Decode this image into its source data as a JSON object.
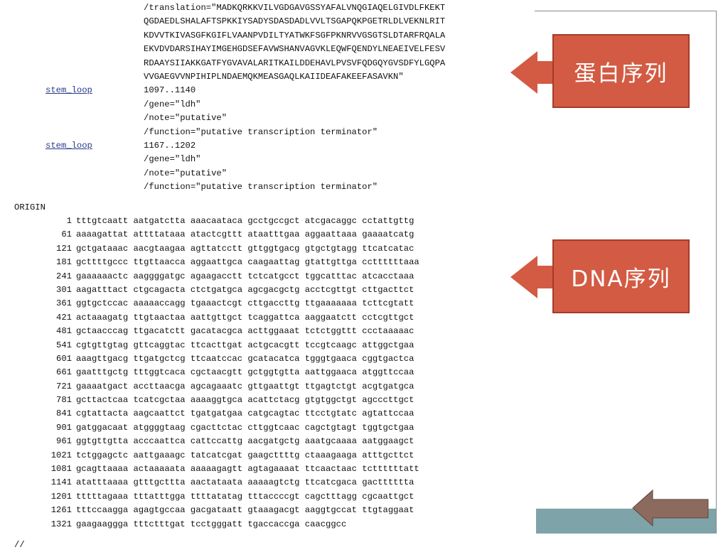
{
  "features": [
    {
      "key": "",
      "value": "/translation=\"MADKQRKKVILVGDGAVGSSYAFALVNQGIAQELGIVDLFKEKT"
    },
    {
      "key": "",
      "value": "QGDAEDLSHALAFTSPKKIYSADYSDASDADLVVLTSGAPQKPGETRLDLVEKNLRIT"
    },
    {
      "key": "",
      "value": "KDVVTKIVASGFKGIFLVAANPVDILTYATWKFSGFPKNRVVGSGTSLDTARFRQALA"
    },
    {
      "key": "",
      "value": "EKVDVDARSIHAYIMGEHGDSEFAVWSHANVAGVKLEQWFQENDYLNEAEIVELFESV"
    },
    {
      "key": "",
      "value": "RDAAYSIIAKKGATFYGVAVALARITKAILDDEHAVLPVSVFQDGQYGVSDFYLGQPA"
    },
    {
      "key": "",
      "value": "VVGAEGVVNPIHIPLNDAEMQKMEASGAQLKAIIDEAFAKEEFASAVKN\""
    },
    {
      "key": "stem_loop",
      "value": "1097..1140"
    },
    {
      "key": "",
      "value": "/gene=\"ldh\""
    },
    {
      "key": "",
      "value": "/note=\"putative\""
    },
    {
      "key": "",
      "value": "/function=\"putative transcription terminator\""
    },
    {
      "key": "stem_loop",
      "value": "1167..1202"
    },
    {
      "key": "",
      "value": "/gene=\"ldh\""
    },
    {
      "key": "",
      "value": "/note=\"putative\""
    },
    {
      "key": "",
      "value": "/function=\"putative transcription terminator\""
    }
  ],
  "origin_label": "ORIGIN",
  "sequence": [
    {
      "pos": "1",
      "seq": "tttgtcaatt aatgatctta aaacaataca gcctgccgct atcgacaggc cctattgttg"
    },
    {
      "pos": "61",
      "seq": "aaaagattat attttataaa atactcgttt ataatttgaa aggaattaaa gaaaatcatg"
    },
    {
      "pos": "121",
      "seq": "gctgataaac aacgtaagaa agttatcctt gttggtgacg gtgctgtagg ttcatcatac"
    },
    {
      "pos": "181",
      "seq": "gcttttgccc ttgttaacca aggaattgca caagaattag gtattgttga ccttttttaaa"
    },
    {
      "pos": "241",
      "seq": "gaaaaaactc aaggggatgc agaagacctt tctcatgcct tggcatttac atcacctaaa"
    },
    {
      "pos": "301",
      "seq": "aagatttact ctgcagacta ctctgatgca agcgacgctg acctcgttgt cttgacttct"
    },
    {
      "pos": "361",
      "seq": "ggtgctccac aaaaaccagg tgaaactcgt cttgaccttg ttgaaaaaaa tcttcgtatt"
    },
    {
      "pos": "421",
      "seq": "actaaagatg ttgtaactaa aattgttgct tcaggattca aaggaatctt cctcgttgct"
    },
    {
      "pos": "481",
      "seq": "gctaacccag ttgacatctt gacatacgca acttggaaat tctctggttt ccctaaaaac"
    },
    {
      "pos": "541",
      "seq": "cgtgttgtag gttcaggtac ttcacttgat actgcacgtt tccgtcaagc attggctgaa"
    },
    {
      "pos": "601",
      "seq": "aaagttgacg ttgatgctcg ttcaatccac gcatacatca tgggtgaaca cggtgactca"
    },
    {
      "pos": "661",
      "seq": "gaatttgctg tttggtcaca cgctaacgtt gctggtgtta aattggaaca atggttccaa"
    },
    {
      "pos": "721",
      "seq": "gaaaatgact accttaacga agcagaaatc gttgaattgt ttgagtctgt acgtgatgca"
    },
    {
      "pos": "781",
      "seq": "gcttactcaa tcatcgctaa aaaaggtgca acattctacg gtgtggctgt agcccttgct"
    },
    {
      "pos": "841",
      "seq": "cgtattacta aagcaattct tgatgatgaa catgcagtac ttcctgtatc agtattccaa"
    },
    {
      "pos": "901",
      "seq": "gatggacaat atggggtaag cgacttctac cttggtcaac cagctgtagt tggtgctgaa"
    },
    {
      "pos": "961",
      "seq": "ggtgttgtta acccaattca cattccattg aacgatgctg aaatgcaaaa aatggaagct"
    },
    {
      "pos": "1021",
      "seq": "tctggagctc aattgaaagc tatcatcgat gaagcttttg ctaaagaaga atttgcttct"
    },
    {
      "pos": "1081",
      "seq": "gcagttaaaa actaaaaata aaaaagagtt agtagaaaat ttcaactaac tcttttttatt"
    },
    {
      "pos": "1141",
      "seq": "atatttaaaa gtttgcttta aactataata aaaaagtctg ttcatcgaca gactttttta"
    },
    {
      "pos": "1201",
      "seq": "tttttagaaa tttatttgga ttttatatag tttaccccgt cagctttagg cgcaattgct"
    },
    {
      "pos": "1261",
      "seq": "tttccaagga agagtgccaa gacgataatt gtaaagacgt aaggtgccat ttgtaggaat"
    },
    {
      "pos": "1321",
      "seq": "gaagaaggga tttctttgat tcctgggatt tgaccaccga caacggcc"
    }
  ],
  "end_mark": "//",
  "callouts": {
    "protein": {
      "label": "蛋白序列"
    },
    "dna": {
      "label": "DNA序列"
    }
  },
  "colors": {
    "callout_fill": "#d35b43",
    "callout_border": "#a63b28",
    "nav_bar": "#7ea3a9",
    "back_arrow": "#8c6a5e",
    "feature_key_link": "#2a3a8a"
  },
  "icons": {
    "callout_arrow": "left-arrow-icon",
    "back_button": "back-arrow-icon"
  }
}
